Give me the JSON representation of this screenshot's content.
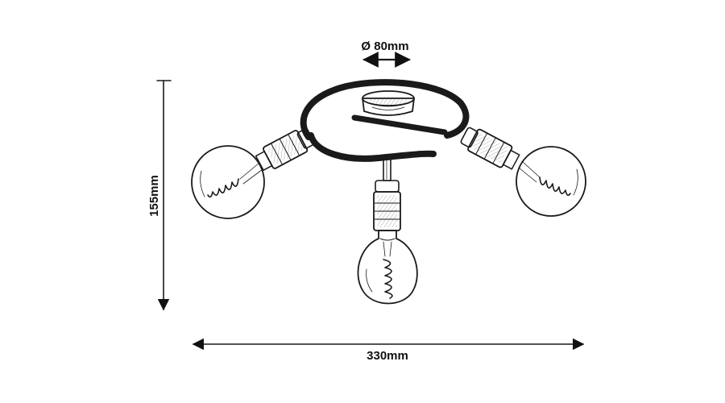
{
  "dimensions": {
    "diameter": {
      "label": "Ø 80mm"
    },
    "height": {
      "label": "155mm"
    },
    "width": {
      "label": "330mm"
    }
  },
  "colors": {
    "line": "#1a1a1a",
    "arrow": "#111111",
    "background": "#ffffff"
  },
  "parts": [
    "ceiling-canopy",
    "spiral-arm",
    "lamp-socket",
    "filament-bulb"
  ]
}
